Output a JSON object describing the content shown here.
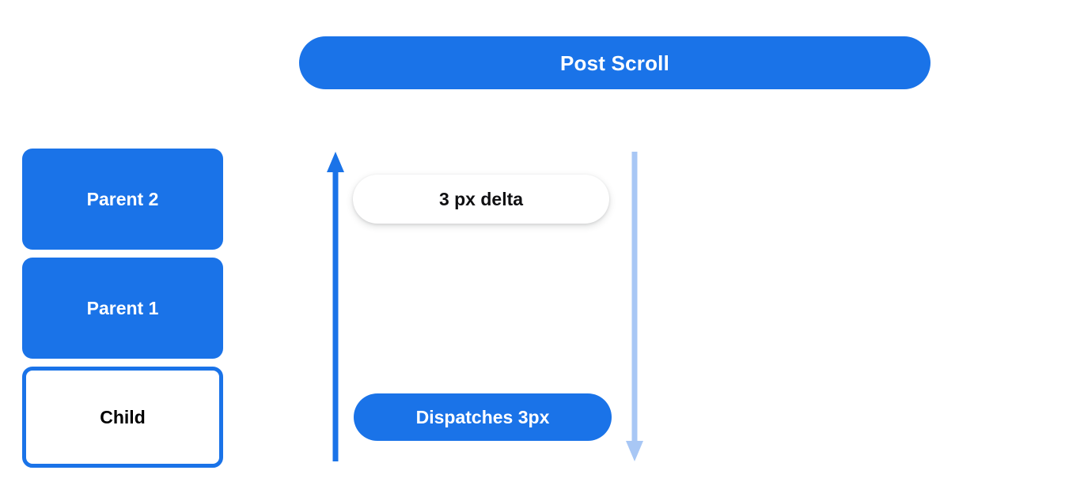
{
  "header": {
    "title": "Post Scroll"
  },
  "stack": {
    "boxes": [
      {
        "label": "Parent 2",
        "style": "filled"
      },
      {
        "label": "Parent 1",
        "style": "filled"
      },
      {
        "label": "Child",
        "style": "outlined"
      }
    ]
  },
  "annotations": {
    "delta_pill": "3 px delta",
    "dispatch_pill": "Dispatches 3px"
  },
  "arrows": [
    {
      "name": "scroll-up-arrow",
      "direction": "up",
      "color": "#1a73e8"
    },
    {
      "name": "scroll-down-arrow",
      "direction": "down",
      "color": "#a8c7f5"
    }
  ],
  "colors": {
    "accent_blue": "#1a73e8",
    "light_blue": "#a8c7f5",
    "background": "#ffffff",
    "text_dark": "#101012",
    "text_light": "#ffffff"
  }
}
